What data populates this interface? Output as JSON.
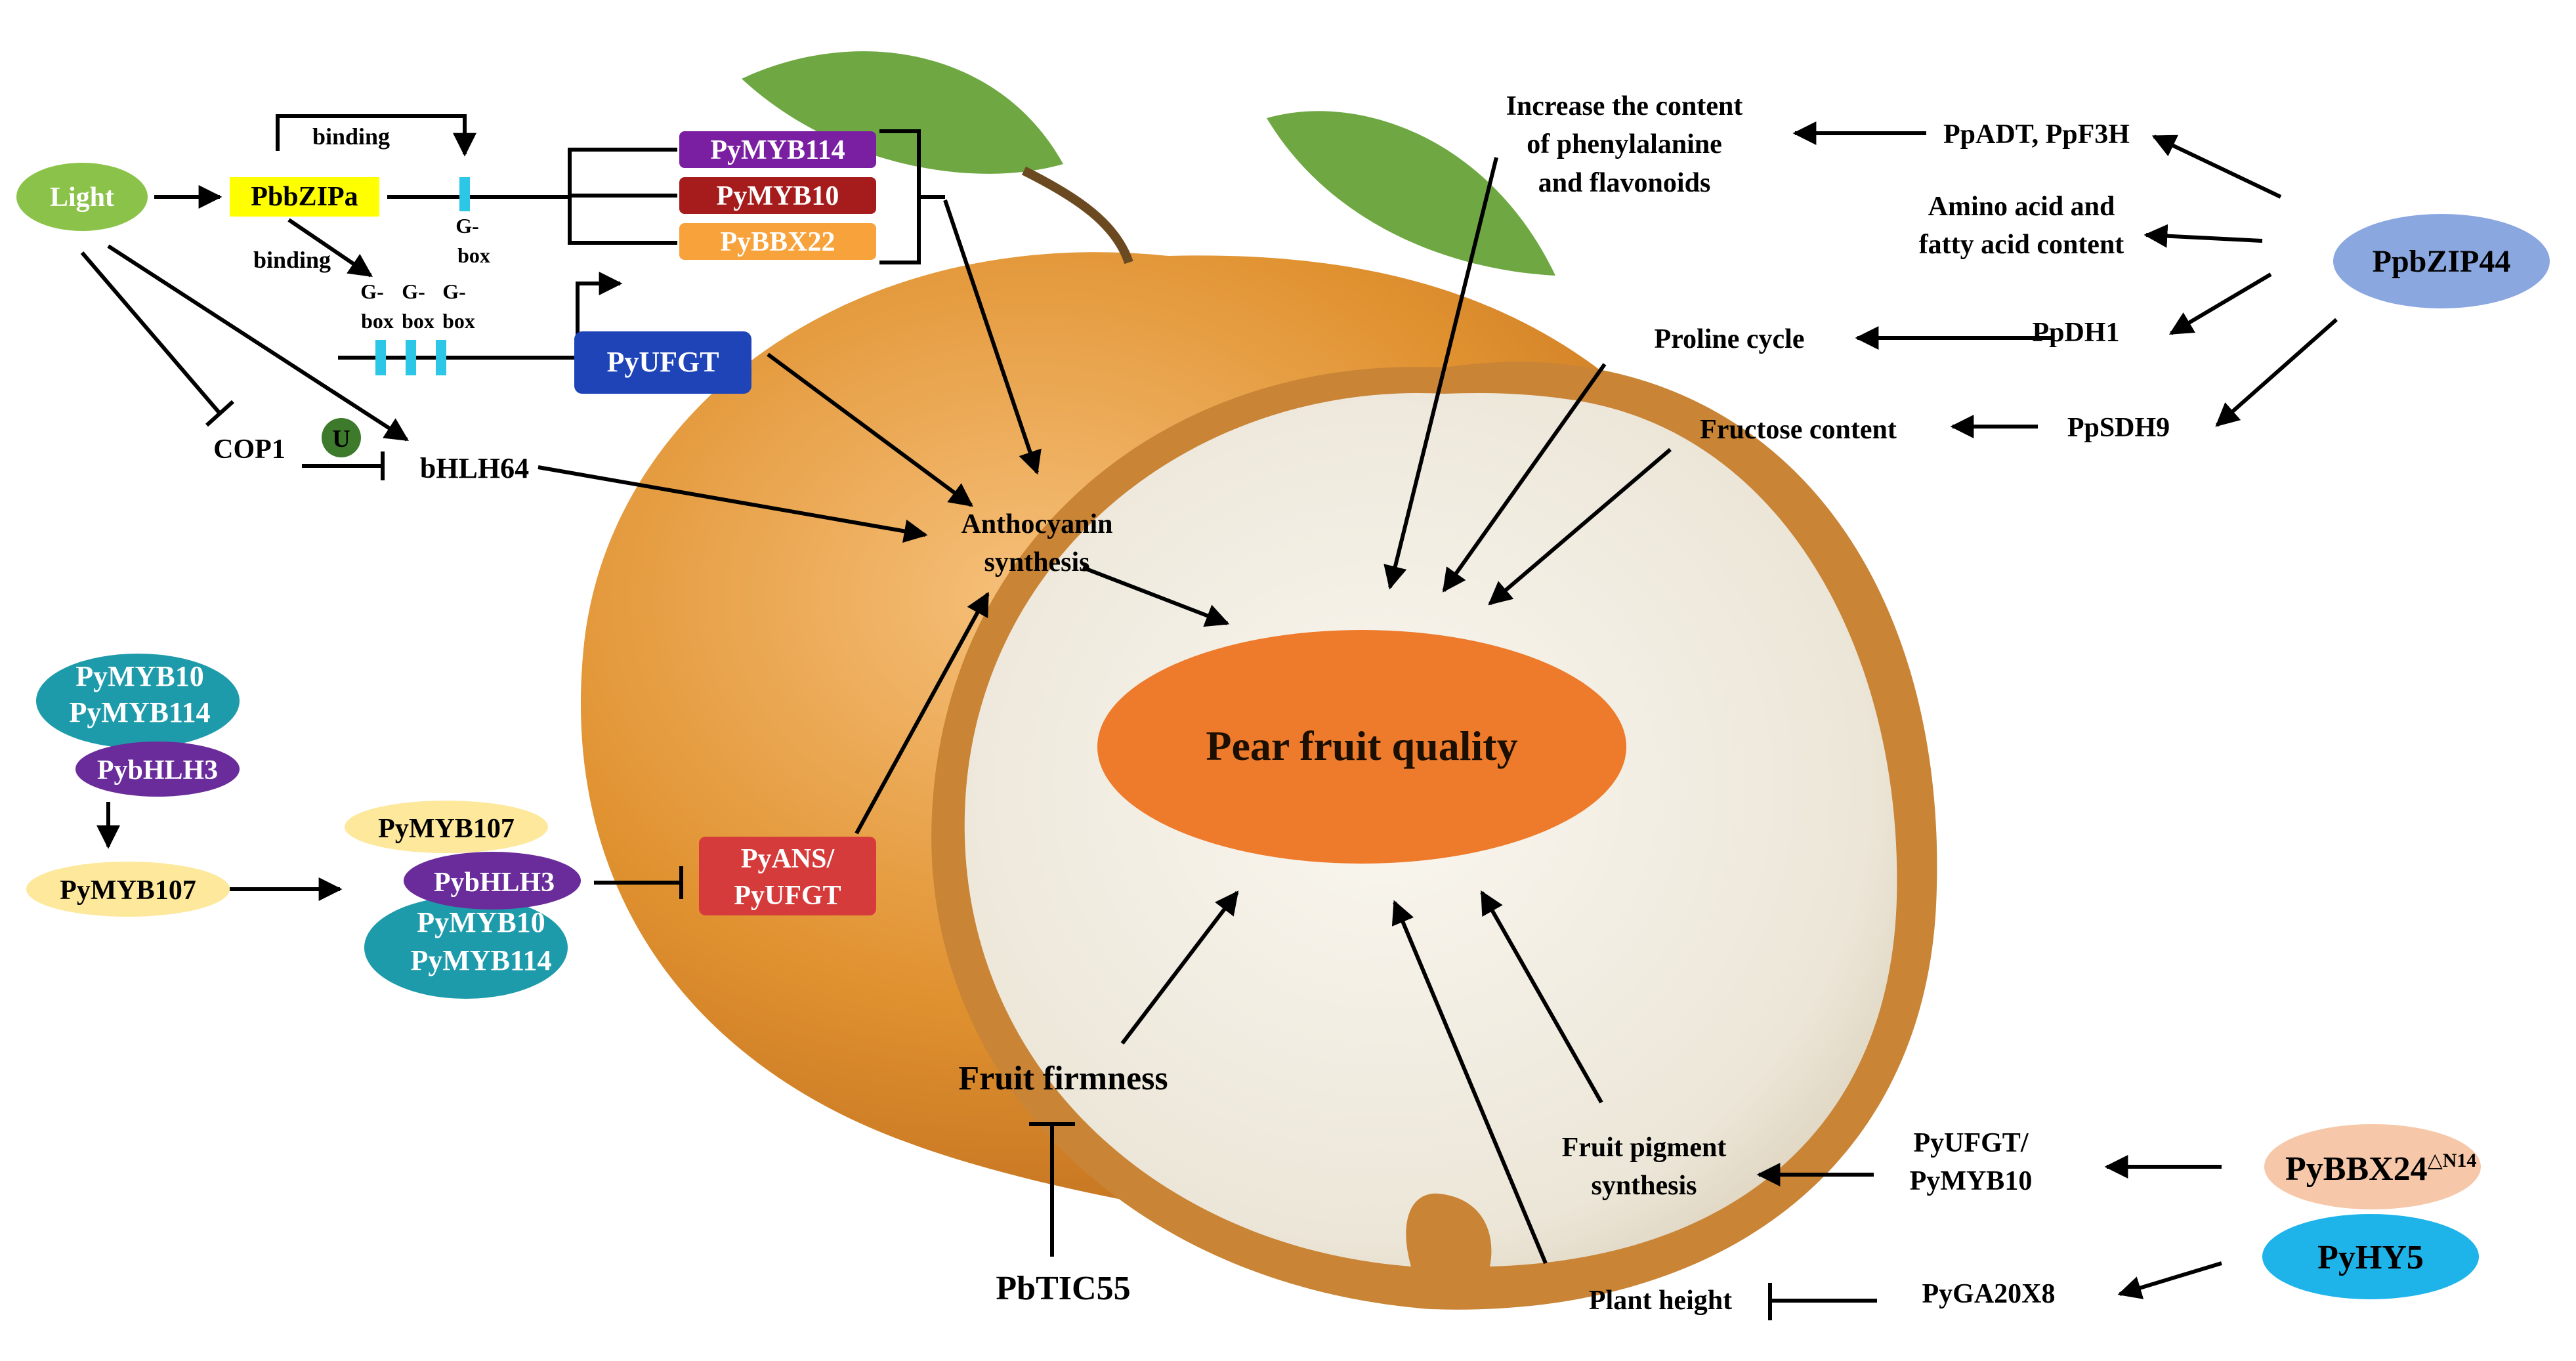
{
  "center": {
    "label": "Pear fruit quality"
  },
  "light_pathway": {
    "light": "Light",
    "pbbzipa": "PbbZIPa",
    "binding_top": "binding",
    "binding_left": "binding",
    "gbox_single_1": "G-",
    "gbox_single_2": "box",
    "gbox_triple": [
      {
        "line1": "G-",
        "line2": "box"
      },
      {
        "line1": "G-",
        "line2": "box"
      },
      {
        "line1": "G-",
        "line2": "box"
      }
    ],
    "pymyb114": "PyMYB114",
    "pymyb10": "PyMYB10",
    "pybbx22": "PyBBX22",
    "pyufgt": "PyUFGT",
    "cop1": "COP1",
    "ubiquitin": "U",
    "bhlh64": "bHLH64",
    "anthocyanin_1": "Anthocyanin",
    "anthocyanin_2": "synthesis"
  },
  "myb_pathway": {
    "complex1_line1": "PyMYB10",
    "complex1_line2": "PyMYB114",
    "complex1_bhlh": "PybHLH3",
    "pymyb107_left": "PyMYB107",
    "complex2_myb107": "PyMYB107",
    "complex2_bhlh": "PybHLH3",
    "complex2_line1": "PyMYB10",
    "complex2_line2": "PyMYB114",
    "pyans_line1": "PyANS/",
    "pyans_line2": "PyUFGT"
  },
  "firmness": {
    "label": "Fruit firmness",
    "pbtic55": "PbTIC55"
  },
  "pigment": {
    "label_line1": "Fruit pigment",
    "label_line2": "synthesis",
    "genes_line1": "PyUFGT/",
    "genes_line2": "PyMYB10",
    "bbx24": "PyBBX24",
    "bbx24_sup": "△N14",
    "hy5": "PyHY5",
    "plant_height": "Plant height",
    "ga20x8": "PyGA20X8"
  },
  "bzip44": {
    "regulator": "PpbZIP44",
    "phe_line1": "Increase the content",
    "phe_line2": "of phenylalanine",
    "phe_line3": "and flavonoids",
    "ppadt": "PpADT, PpF3H",
    "amino_line1": "Amino acid and",
    "amino_line2": "fatty acid content",
    "proline": "Proline cycle",
    "ppdh1": "PpDH1",
    "fructose": "Fructose content",
    "ppsdh9": "PpSDH9"
  },
  "colors": {
    "light": "#8bc34a",
    "pbbzipa": "#ffff00",
    "pymyb114": "#7b1fa2",
    "pymyb10": "#a61c1c",
    "pybbx22": "#f7a23b",
    "pyufgt": "#1e44b8",
    "center": "#ee7a2b",
    "teal": "#1e9bab",
    "purple": "#6a2c9a",
    "cream": "#fde89c",
    "pyans": "#d63b3b",
    "bzip44": "#8aa7e0",
    "bbx24": "#f6c7a8",
    "hy5": "#1eb4ea",
    "gbox": "#2cc6e6"
  }
}
